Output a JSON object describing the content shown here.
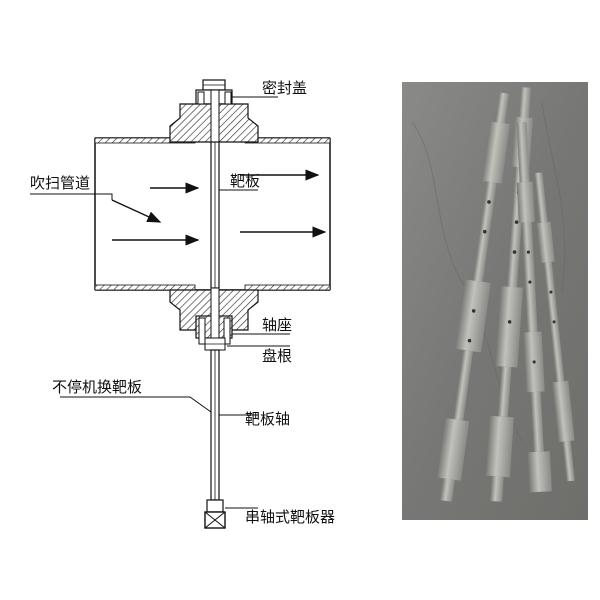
{
  "labels": {
    "seal_cover": "密封盖",
    "purge_pipe": "吹扫管道",
    "target_plate": "靶板",
    "shaft_seat": "轴座",
    "packing": "盘根",
    "no_stop_replace": "不停机换靶板",
    "target_shaft": "靶板轴",
    "serial_shaft_device": "串轴式靶板器"
  },
  "colors": {
    "line": "#111111",
    "hatch": "#333333",
    "photo_bg": "#7b7b79",
    "steel": "#a9a9a4",
    "steel_dark": "#6d6d69"
  }
}
